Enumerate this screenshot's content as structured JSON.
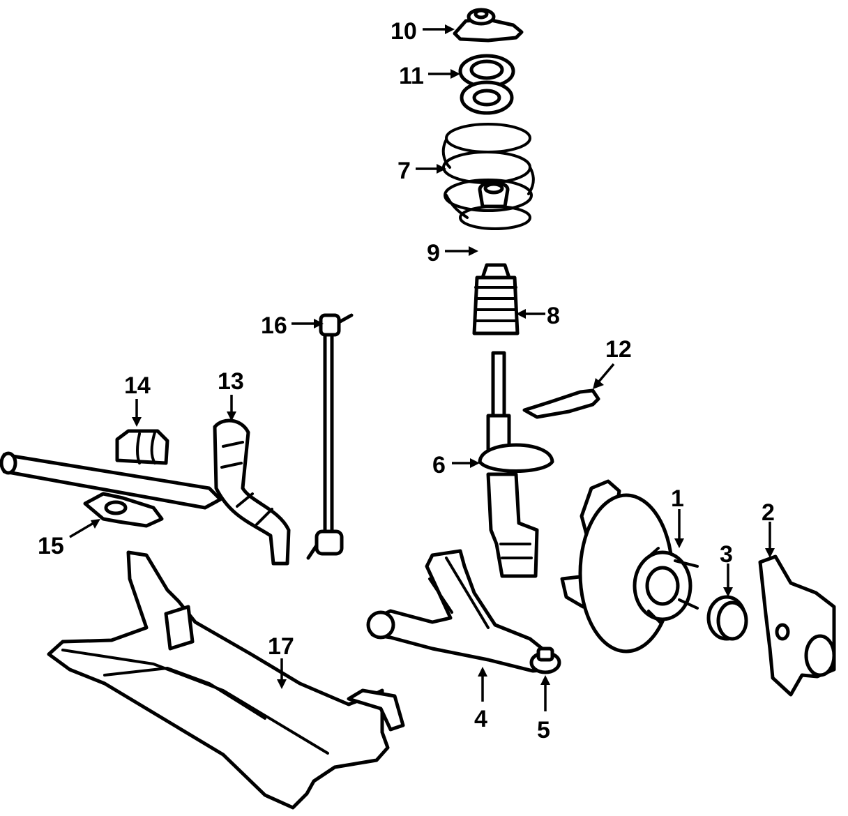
{
  "diagram": {
    "callouts": [
      {
        "id": "10",
        "label": "10"
      },
      {
        "id": "11",
        "label": "11"
      },
      {
        "id": "7",
        "label": "7"
      },
      {
        "id": "9",
        "label": "9"
      },
      {
        "id": "8",
        "label": "8"
      },
      {
        "id": "16",
        "label": "16"
      },
      {
        "id": "12",
        "label": "12"
      },
      {
        "id": "14",
        "label": "14"
      },
      {
        "id": "13",
        "label": "13"
      },
      {
        "id": "6",
        "label": "6"
      },
      {
        "id": "1",
        "label": "1"
      },
      {
        "id": "2",
        "label": "2"
      },
      {
        "id": "3",
        "label": "3"
      },
      {
        "id": "15",
        "label": "15"
      },
      {
        "id": "17",
        "label": "17"
      },
      {
        "id": "4",
        "label": "4"
      },
      {
        "id": "5",
        "label": "5"
      }
    ]
  }
}
